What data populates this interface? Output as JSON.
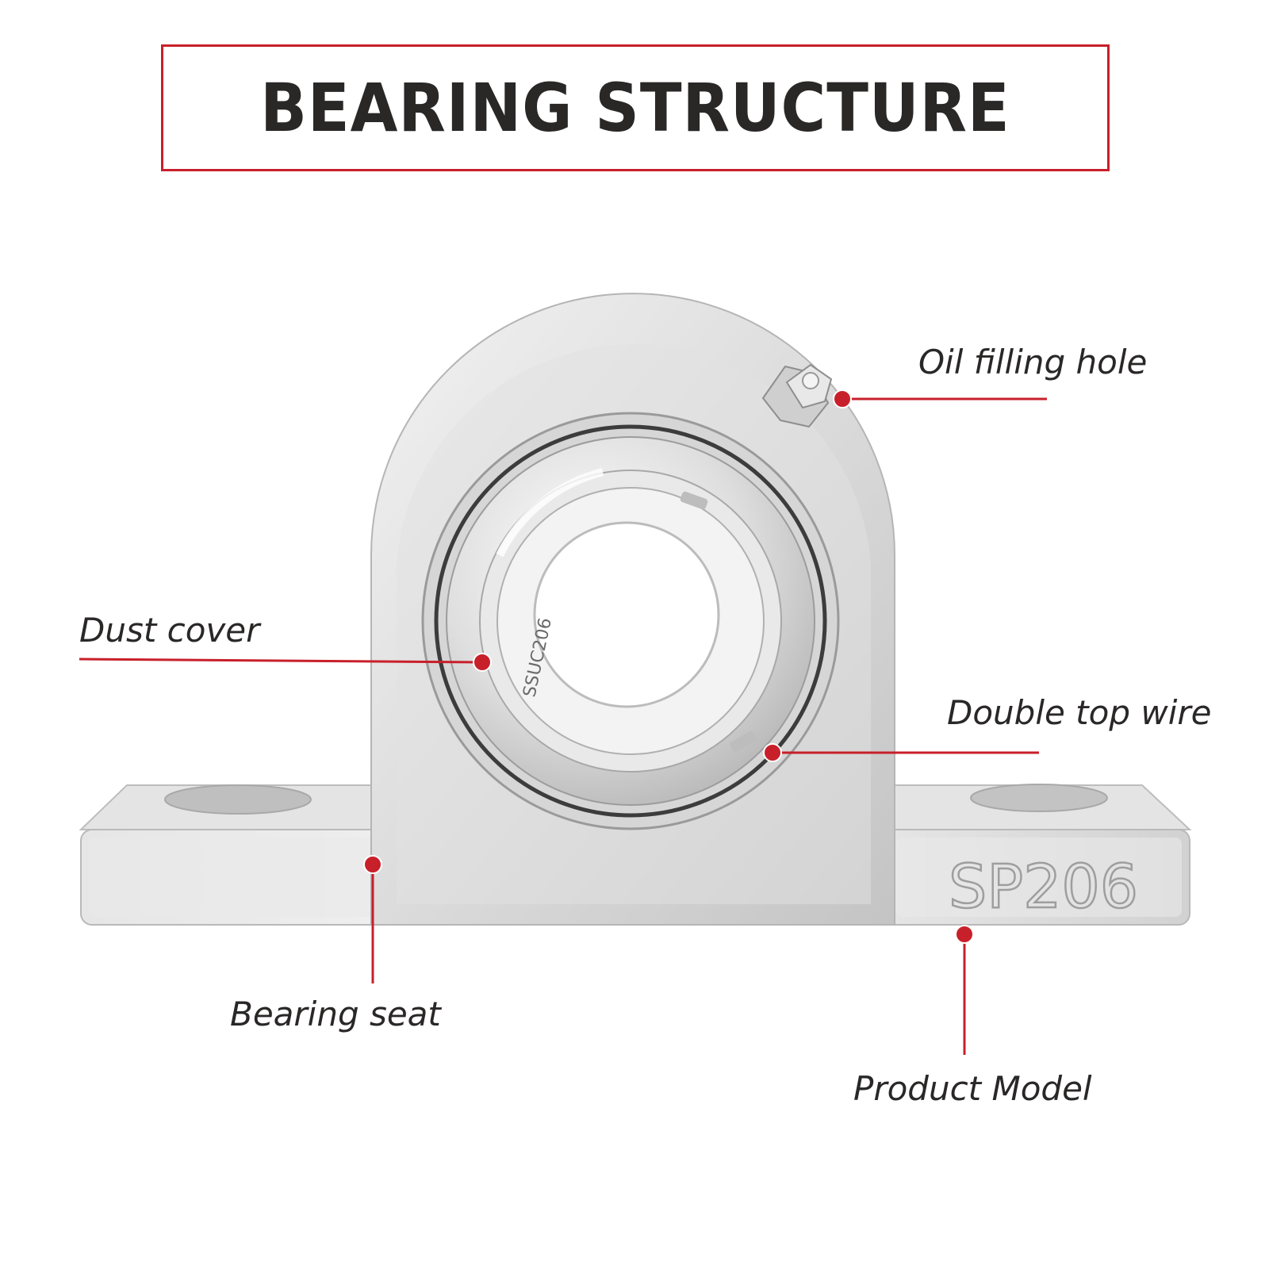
{
  "title": "BEARING STRUCTURE",
  "accent_color": "#c8202a",
  "text_color": "#2a2727",
  "housing_marking": "SP206",
  "insert_marking": "SSUC206",
  "labels": {
    "oil_filling_hole": "Oil filling hole",
    "dust_cover": "Dust cover",
    "double_top_wire": "Double top wire",
    "bearing_seat": "Bearing seat",
    "product_model": "Product Model"
  }
}
